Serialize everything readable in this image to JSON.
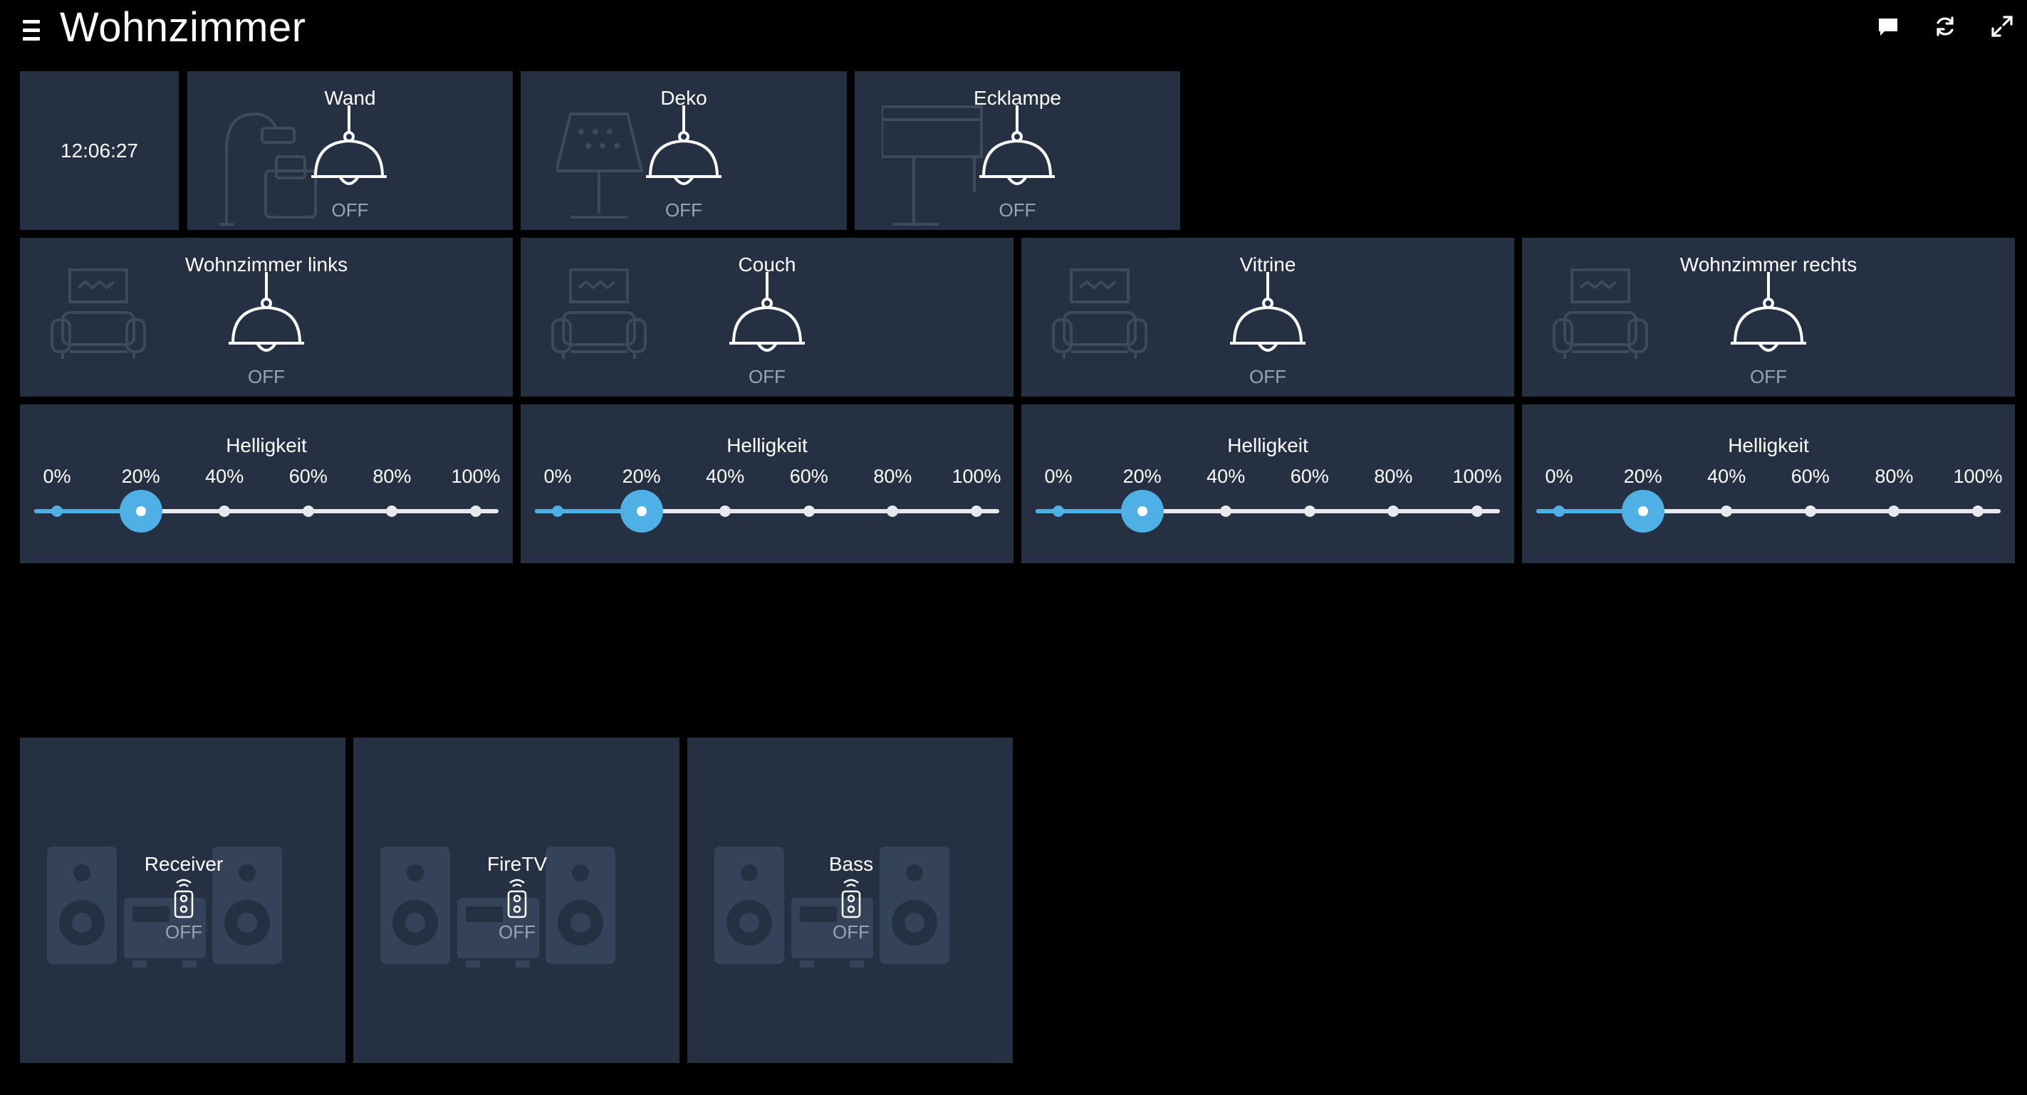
{
  "header": {
    "title": "Wohnzimmer",
    "menu_icon": "hamburger-menu-icon",
    "actions": [
      {
        "icon": "chat-bubble-icon"
      },
      {
        "icon": "refresh-icon"
      },
      {
        "icon": "fullscreen-icon"
      }
    ]
  },
  "clock": {
    "time": "12:06:27"
  },
  "lights_top": [
    {
      "name": "Wand",
      "state": "OFF",
      "art": "floor-lamp-armchair"
    },
    {
      "name": "Deko",
      "state": "OFF",
      "art": "table-lamp"
    },
    {
      "name": "Ecklampe",
      "state": "OFF",
      "art": "tv-stand"
    }
  ],
  "lights_row": [
    {
      "name": "Wohnzimmer links",
      "state": "OFF"
    },
    {
      "name": "Couch",
      "state": "OFF"
    },
    {
      "name": "Vitrine",
      "state": "OFF"
    },
    {
      "name": "Wohnzimmer rechts",
      "state": "OFF"
    }
  ],
  "dimmers": [
    {
      "title": "Helligkeit",
      "value_percent": 20
    },
    {
      "title": "Helligkeit",
      "value_percent": 20
    },
    {
      "title": "Helligkeit",
      "value_percent": 20
    },
    {
      "title": "Helligkeit",
      "value_percent": 20
    }
  ],
  "dimmer_ticks": [
    "0%",
    "20%",
    "40%",
    "60%",
    "80%",
    "100%"
  ],
  "media": [
    {
      "name": "Receiver",
      "state": "OFF"
    },
    {
      "name": "FireTV",
      "state": "OFF"
    },
    {
      "name": "Bass",
      "state": "OFF"
    }
  ],
  "colors": {
    "background": "#000000",
    "tile": "#253142",
    "accent": "#4fb0e6",
    "muted_text": "#9aa4b0",
    "art_line": "#3c4a5c"
  }
}
